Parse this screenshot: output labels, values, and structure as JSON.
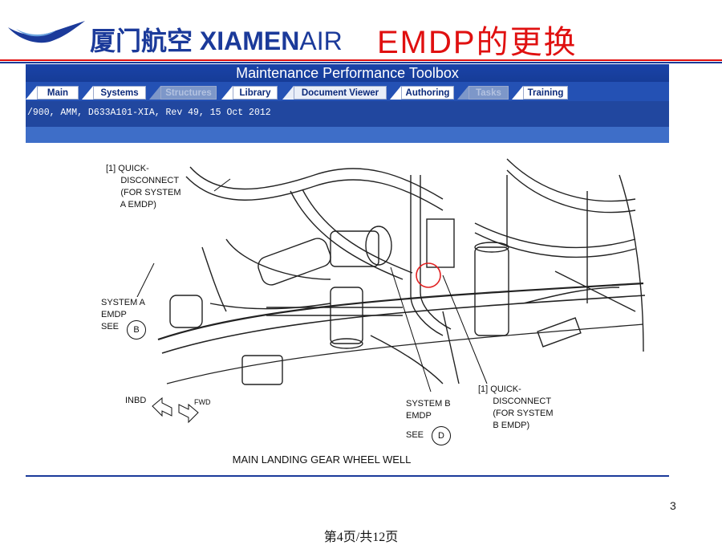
{
  "header": {
    "brand_cn": "厦门航空",
    "brand_en_bold": "XIAMEN",
    "brand_en_light": "AIR",
    "slide_title": "EMDP的更换",
    "logo_icon": "egret-logo-icon",
    "colors": {
      "brand_blue": "#1b3a9a",
      "title_red": "#e01010"
    }
  },
  "app": {
    "title": "Maintenance Performance Toolbox",
    "tabs": [
      {
        "label": "Main",
        "state": "enabled"
      },
      {
        "label": "Systems",
        "state": "enabled"
      },
      {
        "label": "Structures",
        "state": "disabled"
      },
      {
        "label": "Library",
        "state": "enabled"
      },
      {
        "label": "Document Viewer",
        "state": "selected"
      },
      {
        "label": "Authoring",
        "state": "enabled"
      },
      {
        "label": "Tasks",
        "state": "disabled"
      },
      {
        "label": "Training",
        "state": "enabled"
      }
    ],
    "document_ref": "/900, AMM, D633A101-XIA, Rev 49, 15 Oct 2012"
  },
  "diagram": {
    "callouts": {
      "qd_a": "[1] QUICK-\n      DISCONNECT\n      (FOR SYSTEM\n      A EMDP)",
      "sys_a_label": "SYSTEM A\nEMDP\nSEE",
      "sys_a_ref": "B",
      "direction": {
        "inbd": "INBD",
        "fwd": "FWD"
      },
      "sys_b_label": "SYSTEM B\nEMDP",
      "sys_b_see": "SEE",
      "sys_b_ref": "D",
      "qd_b": "[1] QUICK-\n      DISCONNECT\n      (FOR SYSTEM\n      B EMDP)"
    },
    "caption": "MAIN LANDING GEAR WHEEL WELL"
  },
  "page_number": "3",
  "footer": "第4页/共12页"
}
